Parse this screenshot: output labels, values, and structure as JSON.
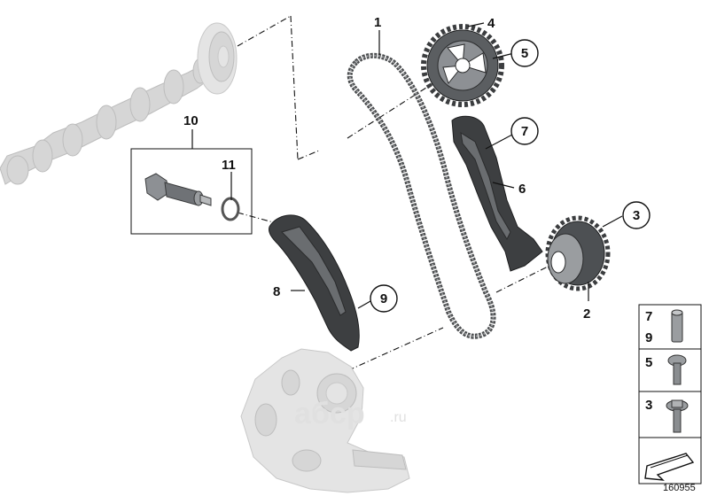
{
  "diagram": {
    "part_labels": {
      "p1": "1",
      "p2": "2",
      "p3": "3",
      "p4": "4",
      "p5": "5",
      "p6": "6",
      "p7": "7",
      "p8": "8",
      "p9": "9",
      "p10": "10",
      "p11": "11"
    },
    "legend": {
      "row1_top": "7",
      "row1_bottom": "9",
      "row2": "5",
      "row3": "3"
    },
    "watermark": {
      "brand": "aбcp",
      "domain": ".ru"
    },
    "diagram_number": "160955"
  }
}
